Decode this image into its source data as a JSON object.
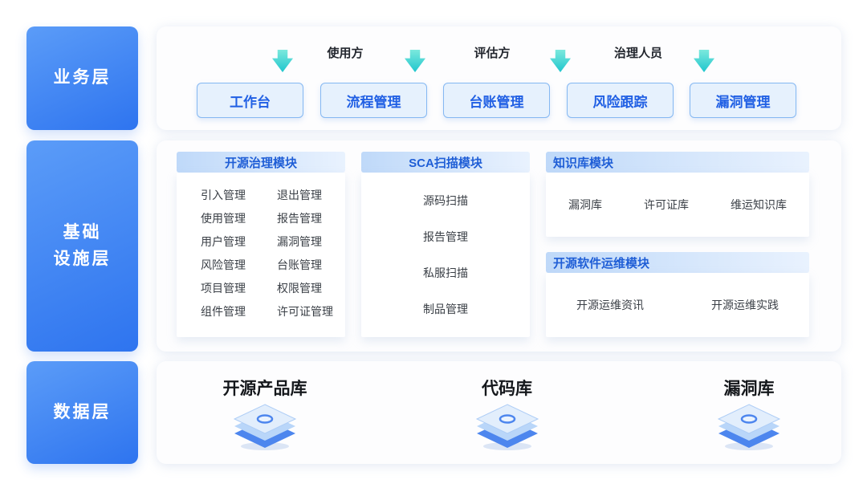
{
  "layer_blocks": {
    "business": "业务层",
    "infrastructure_line1": "基础",
    "infrastructure_line2": "设施层",
    "data": "数据层"
  },
  "business_layer": {
    "roles": [
      "使用方",
      "评估方",
      "治理人员"
    ],
    "nodes": [
      "工作台",
      "流程管理",
      "台账管理",
      "风险跟踪",
      "漏洞管理"
    ]
  },
  "infrastructure_layer": {
    "governance_module": {
      "title": "开源治理模块",
      "left_items": [
        "引入管理",
        "使用管理",
        "用户管理",
        "风险管理",
        "项目管理",
        "组件管理"
      ],
      "right_items": [
        "退出管理",
        "报告管理",
        "漏洞管理",
        "台账管理",
        "权限管理",
        "许可证管理"
      ]
    },
    "sca_module": {
      "title": "SCA扫描模块",
      "items": [
        "源码扫描",
        "报告管理",
        "私服扫描",
        "制品管理"
      ]
    },
    "knowledge_module": {
      "title": "知识库模块",
      "items": [
        "漏洞库",
        "许可证库",
        "维运知识库"
      ]
    },
    "ops_module": {
      "title": "开源软件运维模块",
      "items": [
        "开源运维资讯",
        "开源运维实践"
      ]
    }
  },
  "data_layer": {
    "databases": [
      "开源产品库",
      "代码库",
      "漏洞库"
    ]
  },
  "colors": {
    "layer_block_blue": "#2e74ef",
    "node_fill": "#e6f1fd",
    "node_border": "#85b8f2",
    "node_text_blue": "#2160e4",
    "arrow_teal": "#1fc6cd",
    "module_header_text": "#1f5ed6",
    "module_header_fill": "#bfd9f9"
  }
}
